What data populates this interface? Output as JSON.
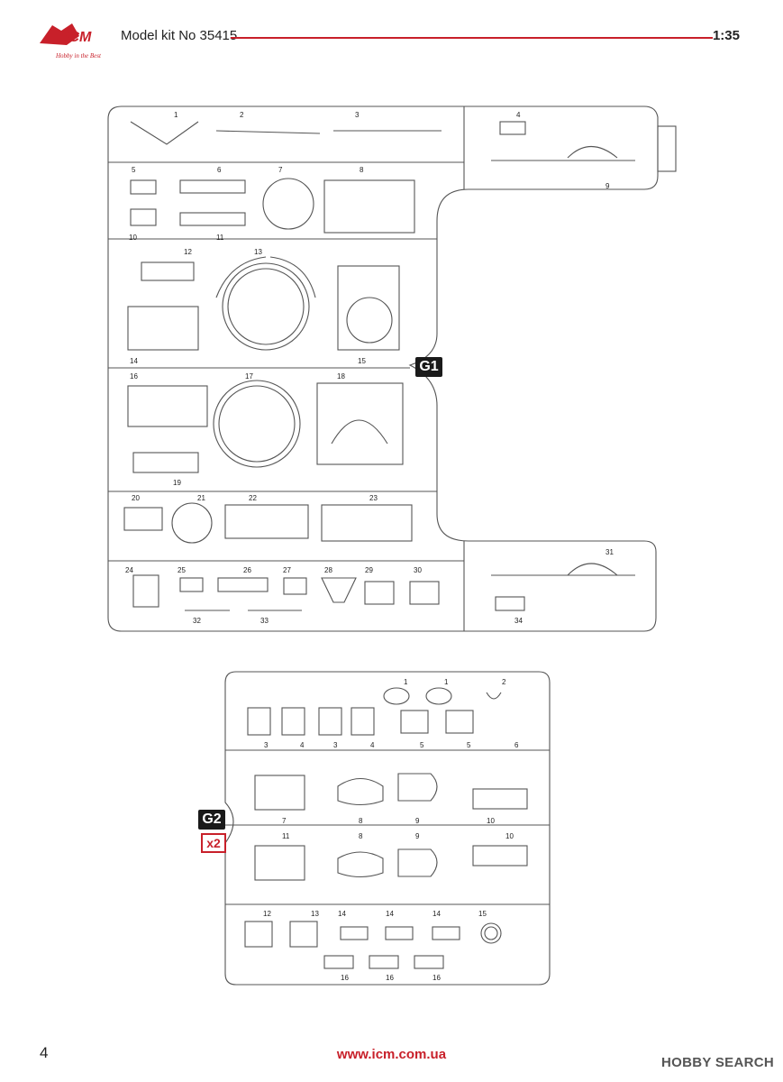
{
  "header": {
    "brand": "ICM",
    "slogan": "Hobby in the Best",
    "model": "Model kit No 35415",
    "scale": "1:35"
  },
  "sprues": {
    "g1": {
      "label": "G1",
      "parts": [
        "1",
        "2",
        "3",
        "4",
        "5",
        "6",
        "7",
        "8",
        "9",
        "10",
        "11",
        "12",
        "13",
        "14",
        "15",
        "16",
        "17",
        "18",
        "19",
        "20",
        "21",
        "22",
        "23",
        "24",
        "25",
        "26",
        "27",
        "28",
        "29",
        "30",
        "31",
        "32",
        "33",
        "34"
      ]
    },
    "g2": {
      "label": "G2",
      "qty": "x2",
      "parts": [
        "1",
        "1",
        "2",
        "3",
        "4",
        "3",
        "4",
        "5",
        "5",
        "6",
        "7",
        "8",
        "8",
        "9",
        "9",
        "10",
        "10",
        "11",
        "12",
        "13",
        "14",
        "14",
        "14",
        "15",
        "16",
        "16",
        "16"
      ]
    }
  },
  "footer": {
    "page": "4",
    "url": "www.icm.com.ua",
    "watermark": "HOBBY SEARCH"
  },
  "colors": {
    "accent": "#c8202a",
    "line": "#555555"
  }
}
